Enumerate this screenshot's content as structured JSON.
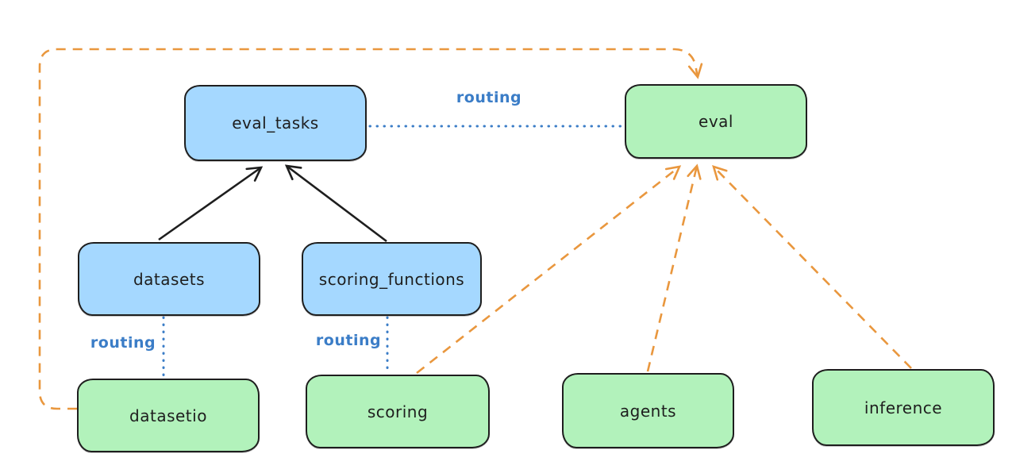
{
  "diagram": {
    "background": "#ffffff",
    "palette": {
      "api_fill": "#a5d8ff",
      "provider_fill": "#b2f2bb",
      "node_stroke": "#1e1e1e",
      "solid_arrow": "#1e1e1e",
      "dashed_arrow_orange": "#e9973e",
      "routing_blue": "#3b7dc7"
    }
  },
  "nodes": [
    {
      "id": "eval_tasks",
      "label": "eval_tasks",
      "fill": "#a5d8ff"
    },
    {
      "id": "eval",
      "label": "eval",
      "fill": "#b2f2bb"
    },
    {
      "id": "datasets",
      "label": "datasets",
      "fill": "#a5d8ff"
    },
    {
      "id": "scoring_functions",
      "label": "scoring_functions",
      "fill": "#a5d8ff"
    },
    {
      "id": "datasetio",
      "label": "datasetio",
      "fill": "#b2f2bb"
    },
    {
      "id": "scoring",
      "label": "scoring",
      "fill": "#b2f2bb"
    },
    {
      "id": "agents",
      "label": "agents",
      "fill": "#b2f2bb"
    },
    {
      "id": "inference",
      "label": "inference",
      "fill": "#b2f2bb"
    }
  ],
  "edges": [
    {
      "from": "datasets",
      "to": "eval_tasks",
      "style": "solid",
      "color": "#1e1e1e",
      "label": ""
    },
    {
      "from": "scoring_functions",
      "to": "eval_tasks",
      "style": "solid",
      "color": "#1e1e1e",
      "label": ""
    },
    {
      "from": "eval_tasks",
      "to": "eval",
      "style": "dotted",
      "color": "#3b7dc7",
      "label": "routing"
    },
    {
      "from": "datasets",
      "to": "datasetio",
      "style": "dotted",
      "color": "#3b7dc7",
      "label": "routing"
    },
    {
      "from": "scoring_functions",
      "to": "scoring",
      "style": "dotted",
      "color": "#3b7dc7",
      "label": "routing"
    },
    {
      "from": "scoring",
      "to": "eval",
      "style": "dashed",
      "color": "#e9973e",
      "label": ""
    },
    {
      "from": "agents",
      "to": "eval",
      "style": "dashed",
      "color": "#e9973e",
      "label": ""
    },
    {
      "from": "inference",
      "to": "eval",
      "style": "dashed",
      "color": "#e9973e",
      "label": ""
    },
    {
      "from": "datasetio",
      "to": "eval",
      "style": "dashed",
      "color": "#e9973e",
      "label": ""
    }
  ]
}
